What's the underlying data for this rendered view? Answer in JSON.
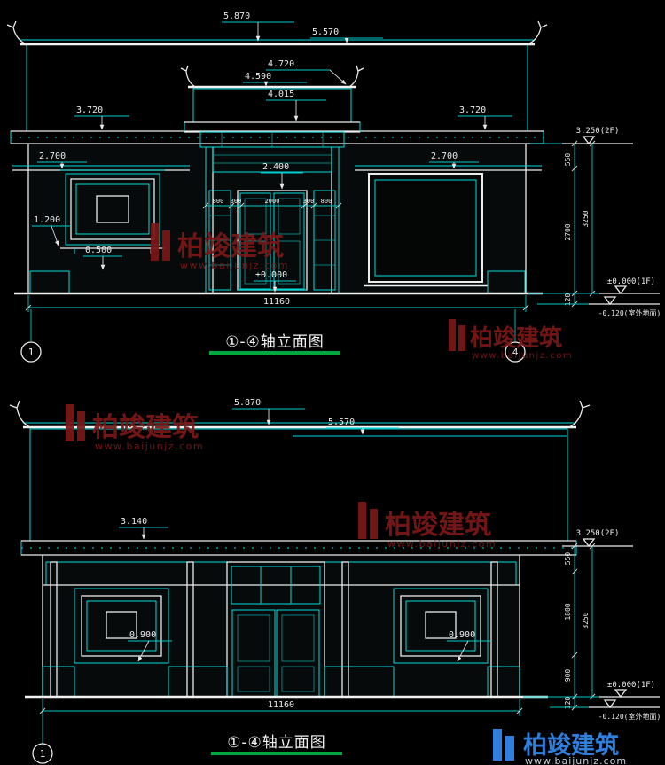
{
  "colors": {
    "background": "#000000",
    "line_cyan": "#00dcdc",
    "line_white": "#ececec",
    "title_underline_green": "#00a83e",
    "watermark_red": "#7c1717",
    "logo_blue": "#2e7fde"
  },
  "watermark": {
    "brand": "柏竣建筑",
    "url": "www.baijunjz.com"
  },
  "logo": {
    "brand": "柏竣建筑",
    "url": "www.baijunjz.com"
  },
  "top": {
    "title": "①-④轴立面图",
    "axis_left": "1",
    "axis_right": "4",
    "d_5870": "5.870",
    "d_5570": "5.570",
    "d_4720": "4.720",
    "d_4590": "4.590",
    "d_4015": "4.015",
    "d_3720_l": "3.720",
    "d_3720_r": "3.720",
    "d_2700_l": "2.700",
    "d_2700_r": "2.700",
    "d_1200": "1.200",
    "d_0500": "0.500",
    "d_2400": "2.400",
    "d_zero": "±0.000",
    "door_chain": [
      "800",
      "300",
      "2000",
      "300",
      "800"
    ],
    "d_width": "11160",
    "lv_2f": "3.250(2F)",
    "s_550": "550",
    "s_2700": "2700",
    "s_3250": "3250",
    "s_120": "120",
    "lv_1f": "±0.000(1F)",
    "lv_ground": "-0.120(室外地面)"
  },
  "bottom": {
    "title": "①-④轴立面图",
    "axis_left": "1",
    "d_5870": "5.870",
    "d_5570": "5.570",
    "d_3140": "3.140",
    "d_0900_l": "0.900",
    "d_0900_r": "0.900",
    "d_width": "11160",
    "lv_2f": "3.250(2F)",
    "s_550": "550",
    "s_1800": "1800",
    "s_900": "900",
    "s_3250": "3250",
    "s_120": "120",
    "lv_1f": "±0.000(1F)",
    "lv_ground": "-0.120(室外地面)"
  }
}
